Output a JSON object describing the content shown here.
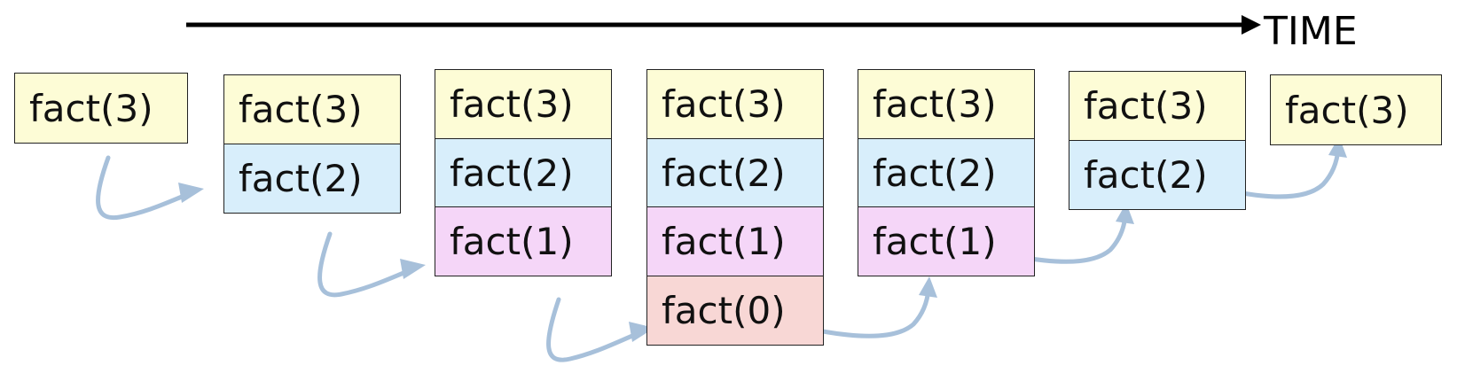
{
  "timeline": {
    "label": "TIME",
    "color": "#000000"
  },
  "colors": {
    "fact3": "#fdfcd6",
    "fact2": "#d8eefb",
    "fact1": "#f5d6f8",
    "fact0": "#f8d7d5",
    "arrow": "#a7c0da",
    "border": "#222222"
  },
  "stacks": [
    {
      "frames": [
        "fact(3)"
      ]
    },
    {
      "frames": [
        "fact(3)",
        "fact(2)"
      ]
    },
    {
      "frames": [
        "fact(3)",
        "fact(2)",
        "fact(1)"
      ]
    },
    {
      "frames": [
        "fact(3)",
        "fact(2)",
        "fact(1)",
        "fact(0)"
      ]
    },
    {
      "frames": [
        "fact(3)",
        "fact(2)",
        "fact(1)"
      ]
    },
    {
      "frames": [
        "fact(3)",
        "fact(2)"
      ]
    },
    {
      "frames": [
        "fact(3)"
      ]
    }
  ]
}
